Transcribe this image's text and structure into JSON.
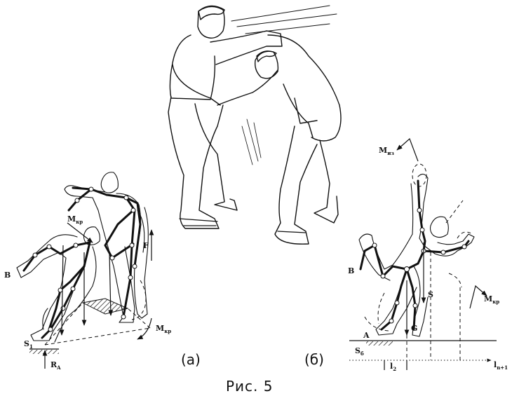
{
  "panels": {
    "a": {
      "label": "(а)"
    },
    "b": {
      "label": "(б)"
    }
  },
  "caption": "Рис. 5",
  "diagram_a": {
    "labels": {
      "B": "B",
      "M": "M",
      "M_sub": "кр",
      "F": "F",
      "Mright": "M",
      "Mright_sub": "кр",
      "S": "S",
      "S_sub": "1",
      "R": "R",
      "R_sub": "A"
    }
  },
  "diagram_b": {
    "labels": {
      "Mtop": "M",
      "Mtop_sub": "из",
      "B": "B",
      "S": "S",
      "Mright": "M",
      "Mright_sub": "кр",
      "G": "G",
      "A": "A",
      "Sb": "S",
      "Sb_sub": "б",
      "l2": "l",
      "l2_sub": "2",
      "ln": "l",
      "ln_sub": "n+1"
    }
  }
}
